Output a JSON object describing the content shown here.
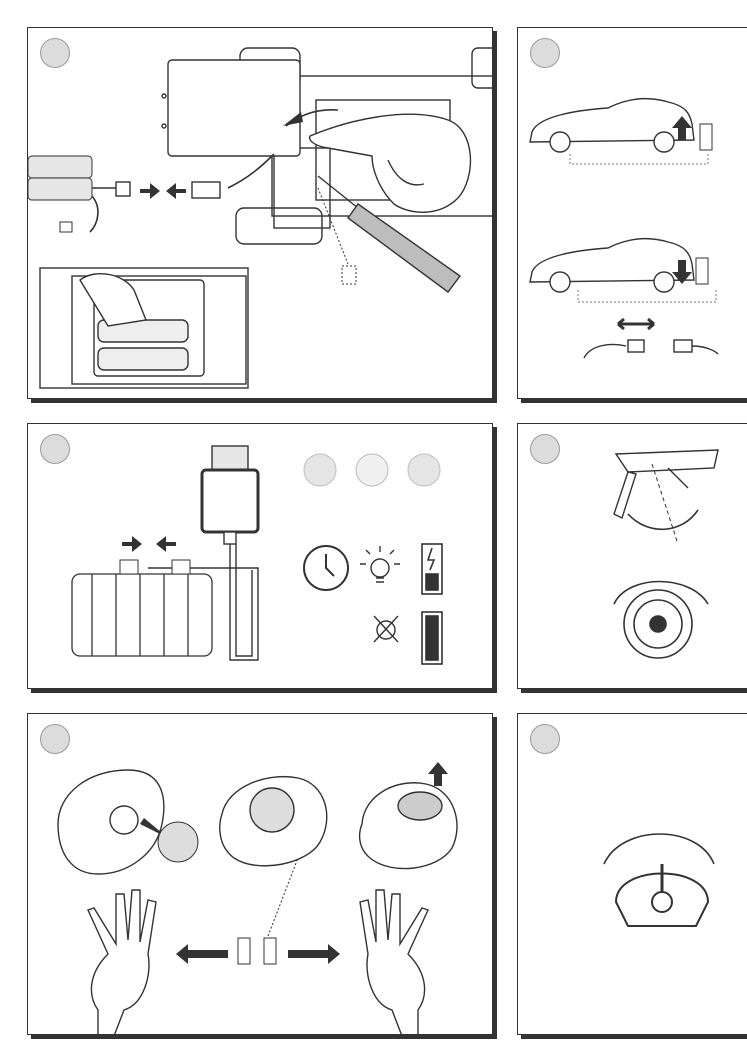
{
  "page": {
    "background": "#ffffff"
  },
  "colors": {
    "ink": "#333333",
    "step_badge": "#dcdcdc"
  },
  "panels": [
    {
      "id": "battery-install",
      "icons": [
        "battery-pack-icon",
        "connector-plug-icon",
        "hand-icon",
        "screwdriver-icon",
        "screw-icon",
        "aa-batteries-icon"
      ]
    },
    {
      "id": "car-height",
      "icons": [
        "car-raised-icon",
        "car-lowered-icon",
        "arrow-up-icon",
        "arrow-down-icon",
        "connector-icon"
      ]
    },
    {
      "id": "usb-charging",
      "icons": [
        "usb-plug-icon",
        "battery-pack-icon",
        "clock-icon",
        "bulb-icon",
        "battery-charging-icon",
        "battery-full-icon"
      ]
    },
    {
      "id": "spoiler-wheel",
      "icons": [
        "spoiler-icon",
        "wheel-icon",
        "rotate-arrow-icon"
      ]
    },
    {
      "id": "controller-hand",
      "icons": [
        "controller-icon",
        "wheel-knob-icon",
        "left-hand-icon",
        "right-hand-icon",
        "switch-icon"
      ]
    },
    {
      "id": "trim-dial",
      "icons": [
        "trim-dial-icon",
        "rotate-arrow-icon"
      ]
    }
  ]
}
